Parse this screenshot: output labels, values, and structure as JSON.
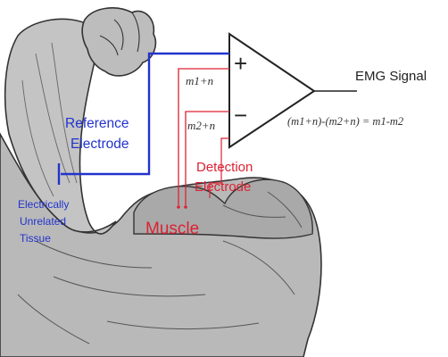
{
  "amplifier": {
    "plus_sign": "+",
    "minus_sign": "−",
    "input_1": "m1+n",
    "input_2": "m2+n"
  },
  "output": {
    "label": "EMG Signal",
    "equation": "(m1+n)-(m2+n) = m1-m2"
  },
  "labels": {
    "reference_line1": "Reference",
    "reference_line2": "Electrode",
    "detection_line1": "Detection",
    "detection_line2": "Electrode",
    "tissue_line1": "Electrically",
    "tissue_line2": "Unrelated",
    "tissue_line3": "Tissue",
    "muscle": "Muscle"
  },
  "colors": {
    "reference_wire": "#2233cc",
    "detection_wire": "#dd2233",
    "arm_fill": "#b8b8b8",
    "arm_stroke": "#333333"
  }
}
